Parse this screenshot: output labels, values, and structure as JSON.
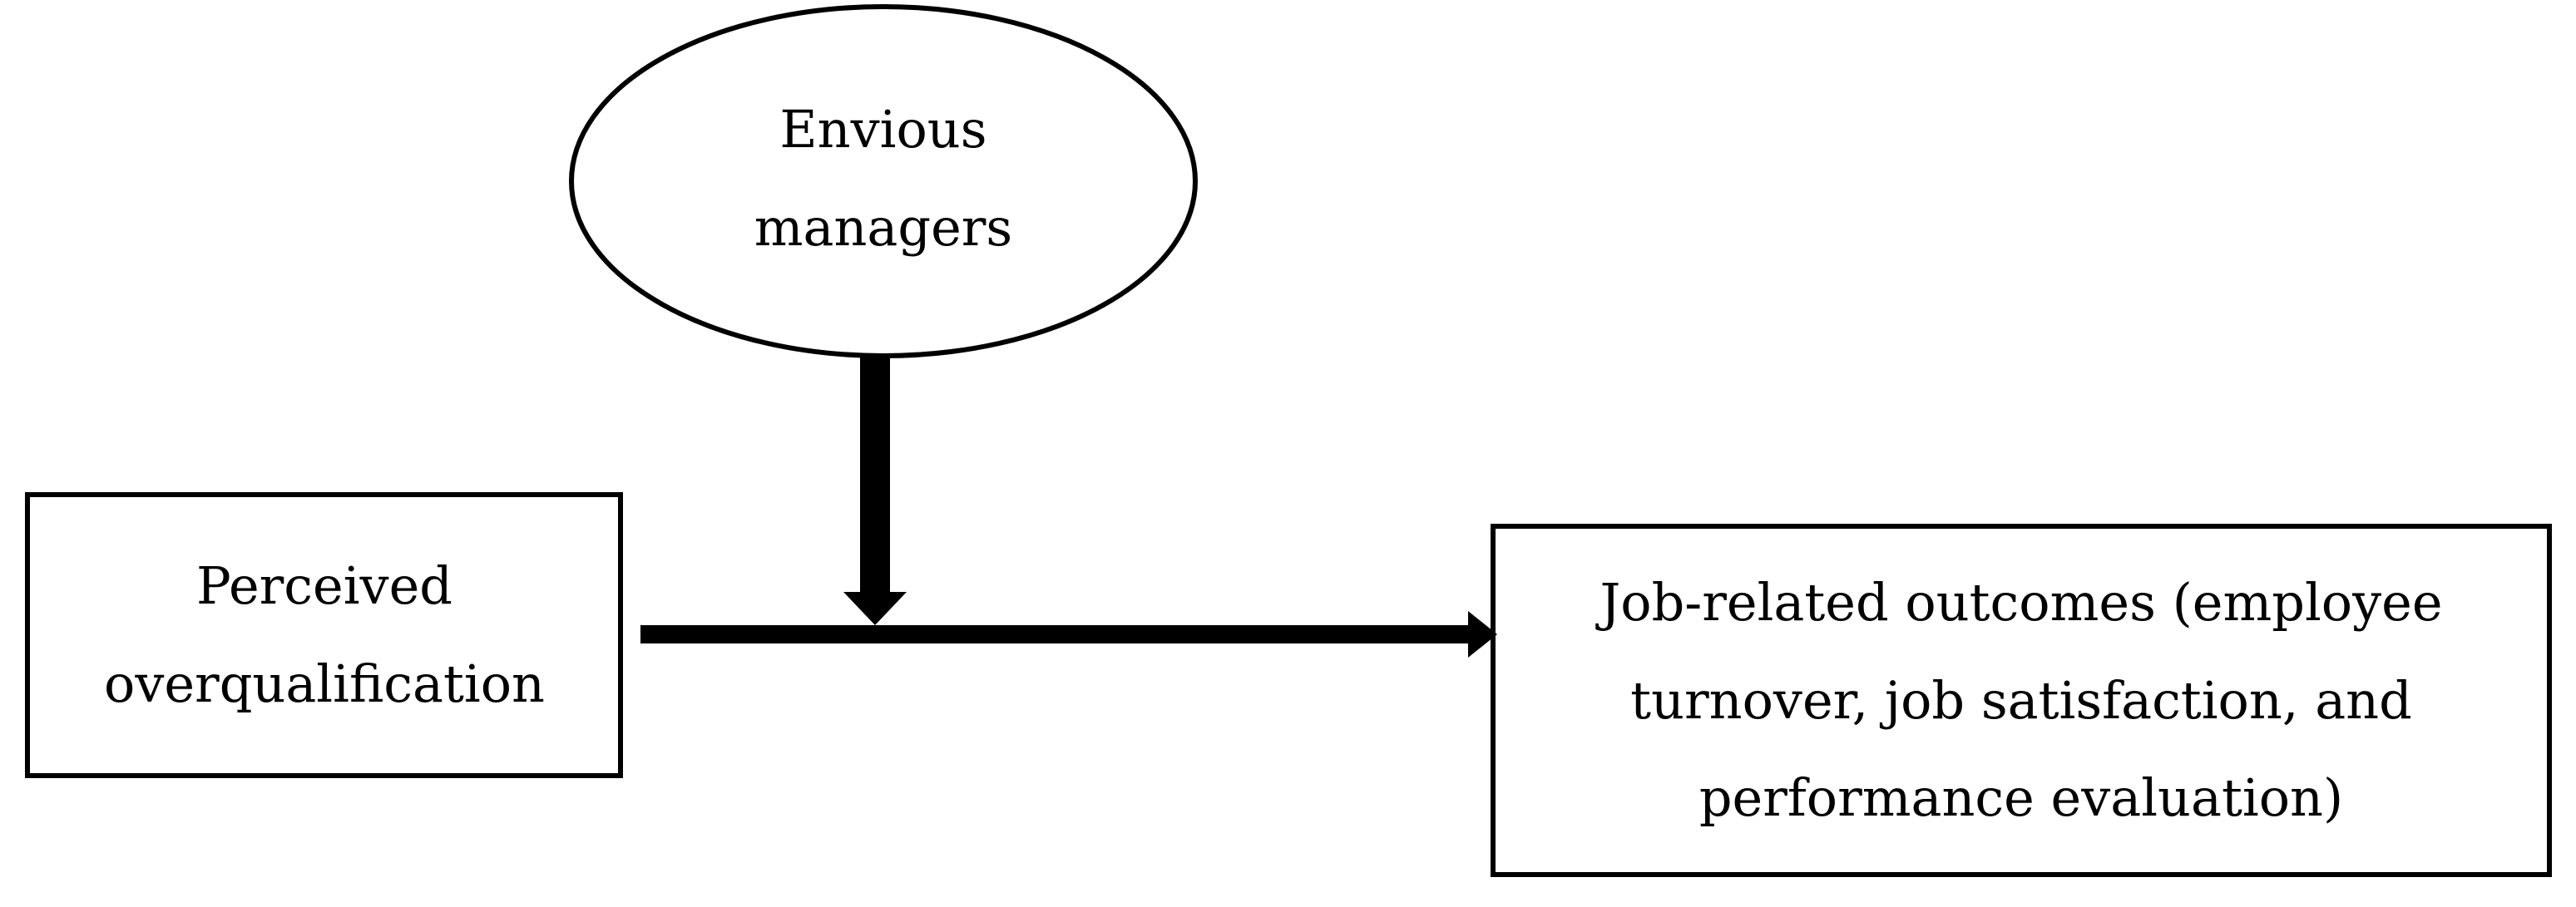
{
  "diagram": {
    "moderator": {
      "lines": [
        "Envious",
        "managers"
      ]
    },
    "predictor": {
      "lines": [
        "Perceived",
        "overqualification"
      ]
    },
    "outcome": {
      "lines": [
        "Job-related outcomes (employee",
        "turnover, job satisfaction, and",
        "performance evaluation)"
      ]
    }
  },
  "colors": {
    "stroke": "#000000",
    "background": "#ffffff"
  }
}
